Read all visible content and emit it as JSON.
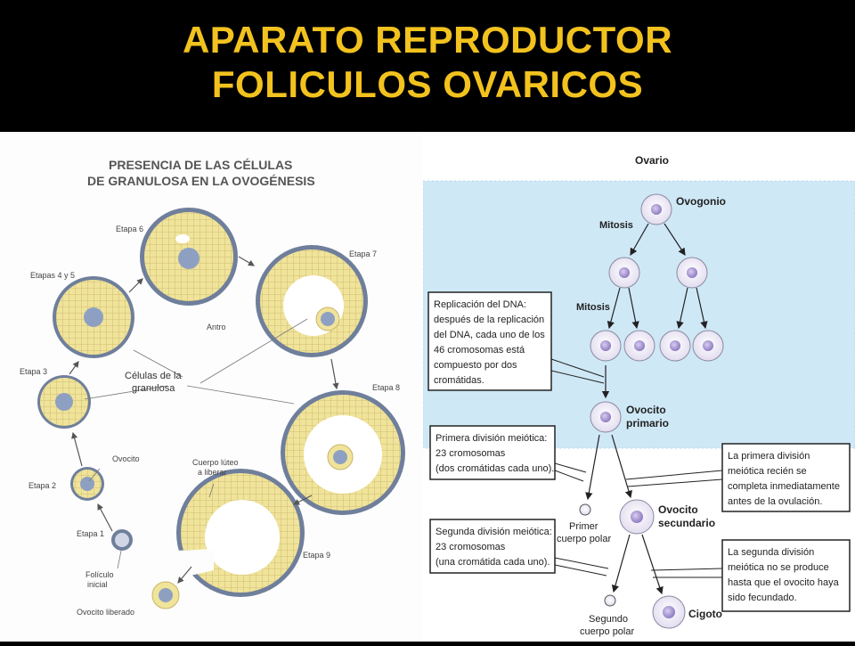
{
  "slide": {
    "title_line1": "APARATO REPRODUCTOR",
    "title_line2": "FOLICULOS OVARICOS"
  },
  "left_diagram": {
    "heading_line1": "PRESENCIA DE LAS CÉLULAS",
    "heading_line2": "DE GRANULOSA EN LA OVOGÉNESIS",
    "labels": {
      "etapa1": "Etapa 1",
      "etapa2": "Etapa 2",
      "etapa3": "Etapa 3",
      "etapa45": "Etapas 4 y 5",
      "etapa6": "Etapa 6",
      "etapa7": "Etapa 7",
      "etapa8": "Etapa 8",
      "etapa9": "Etapa 9",
      "ovocito": "Ovocito",
      "antro": "Antro",
      "celulas_line1": "Células de la",
      "celulas_line2": "granulosa",
      "cuerpo_line1": "Cuerpo lúteo",
      "cuerpo_line2": "a liberar",
      "foliculo_line1": "Folículo",
      "foliculo_line2": "inicial",
      "ovocito_liberado": "Ovocito liberado"
    },
    "colors": {
      "granulosa": "#f0e39a",
      "grid": "#c9b46a",
      "theca": "#6f7f9b",
      "oocyte": "#8ea0c2"
    }
  },
  "right_diagram": {
    "ovario": "Ovario",
    "ovogonio": "Ovogonio",
    "mitosis1": "Mitosis",
    "mitosis2": "Mitosis",
    "ovocito_primario_line1": "Ovocito",
    "ovocito_primario_line2": "primario",
    "ovocito_secundario_line1": "Ovocito",
    "ovocito_secundario_line2": "secundario",
    "primer_cuerpo_line1": "Primer",
    "primer_cuerpo_line2": "cuerpo polar",
    "segundo_cuerpo_line1": "Segundo",
    "segundo_cuerpo_line2": "cuerpo polar",
    "cigoto": "Cigoto",
    "box_replicacion": [
      "Replicación del DNA:",
      "después de la replicación",
      "del DNA, cada uno de los",
      "46 cromosomas está",
      "compuesto por dos",
      "cromátidas."
    ],
    "box_primera": [
      "Primera división meiótica:",
      "23 cromosomas",
      "(dos cromátidas cada uno)."
    ],
    "box_segunda": [
      "Segunda división meiótica:",
      "23 cromosomas",
      "(una cromátida cada uno)."
    ],
    "box_primera_completa": [
      "La primera división",
      "meiótica recién se",
      "completa inmediatamente",
      "antes de la ovulación."
    ],
    "box_segunda_no": [
      "La segunda división",
      "meiótica no se produce",
      "hasta que el ovocito haya",
      "sido fecundado."
    ],
    "colors": {
      "background_blue": "#cfe8f6",
      "cell_fill": "#f4f0fa",
      "nucleus": "#a694cf",
      "box_border": "#222222"
    }
  }
}
